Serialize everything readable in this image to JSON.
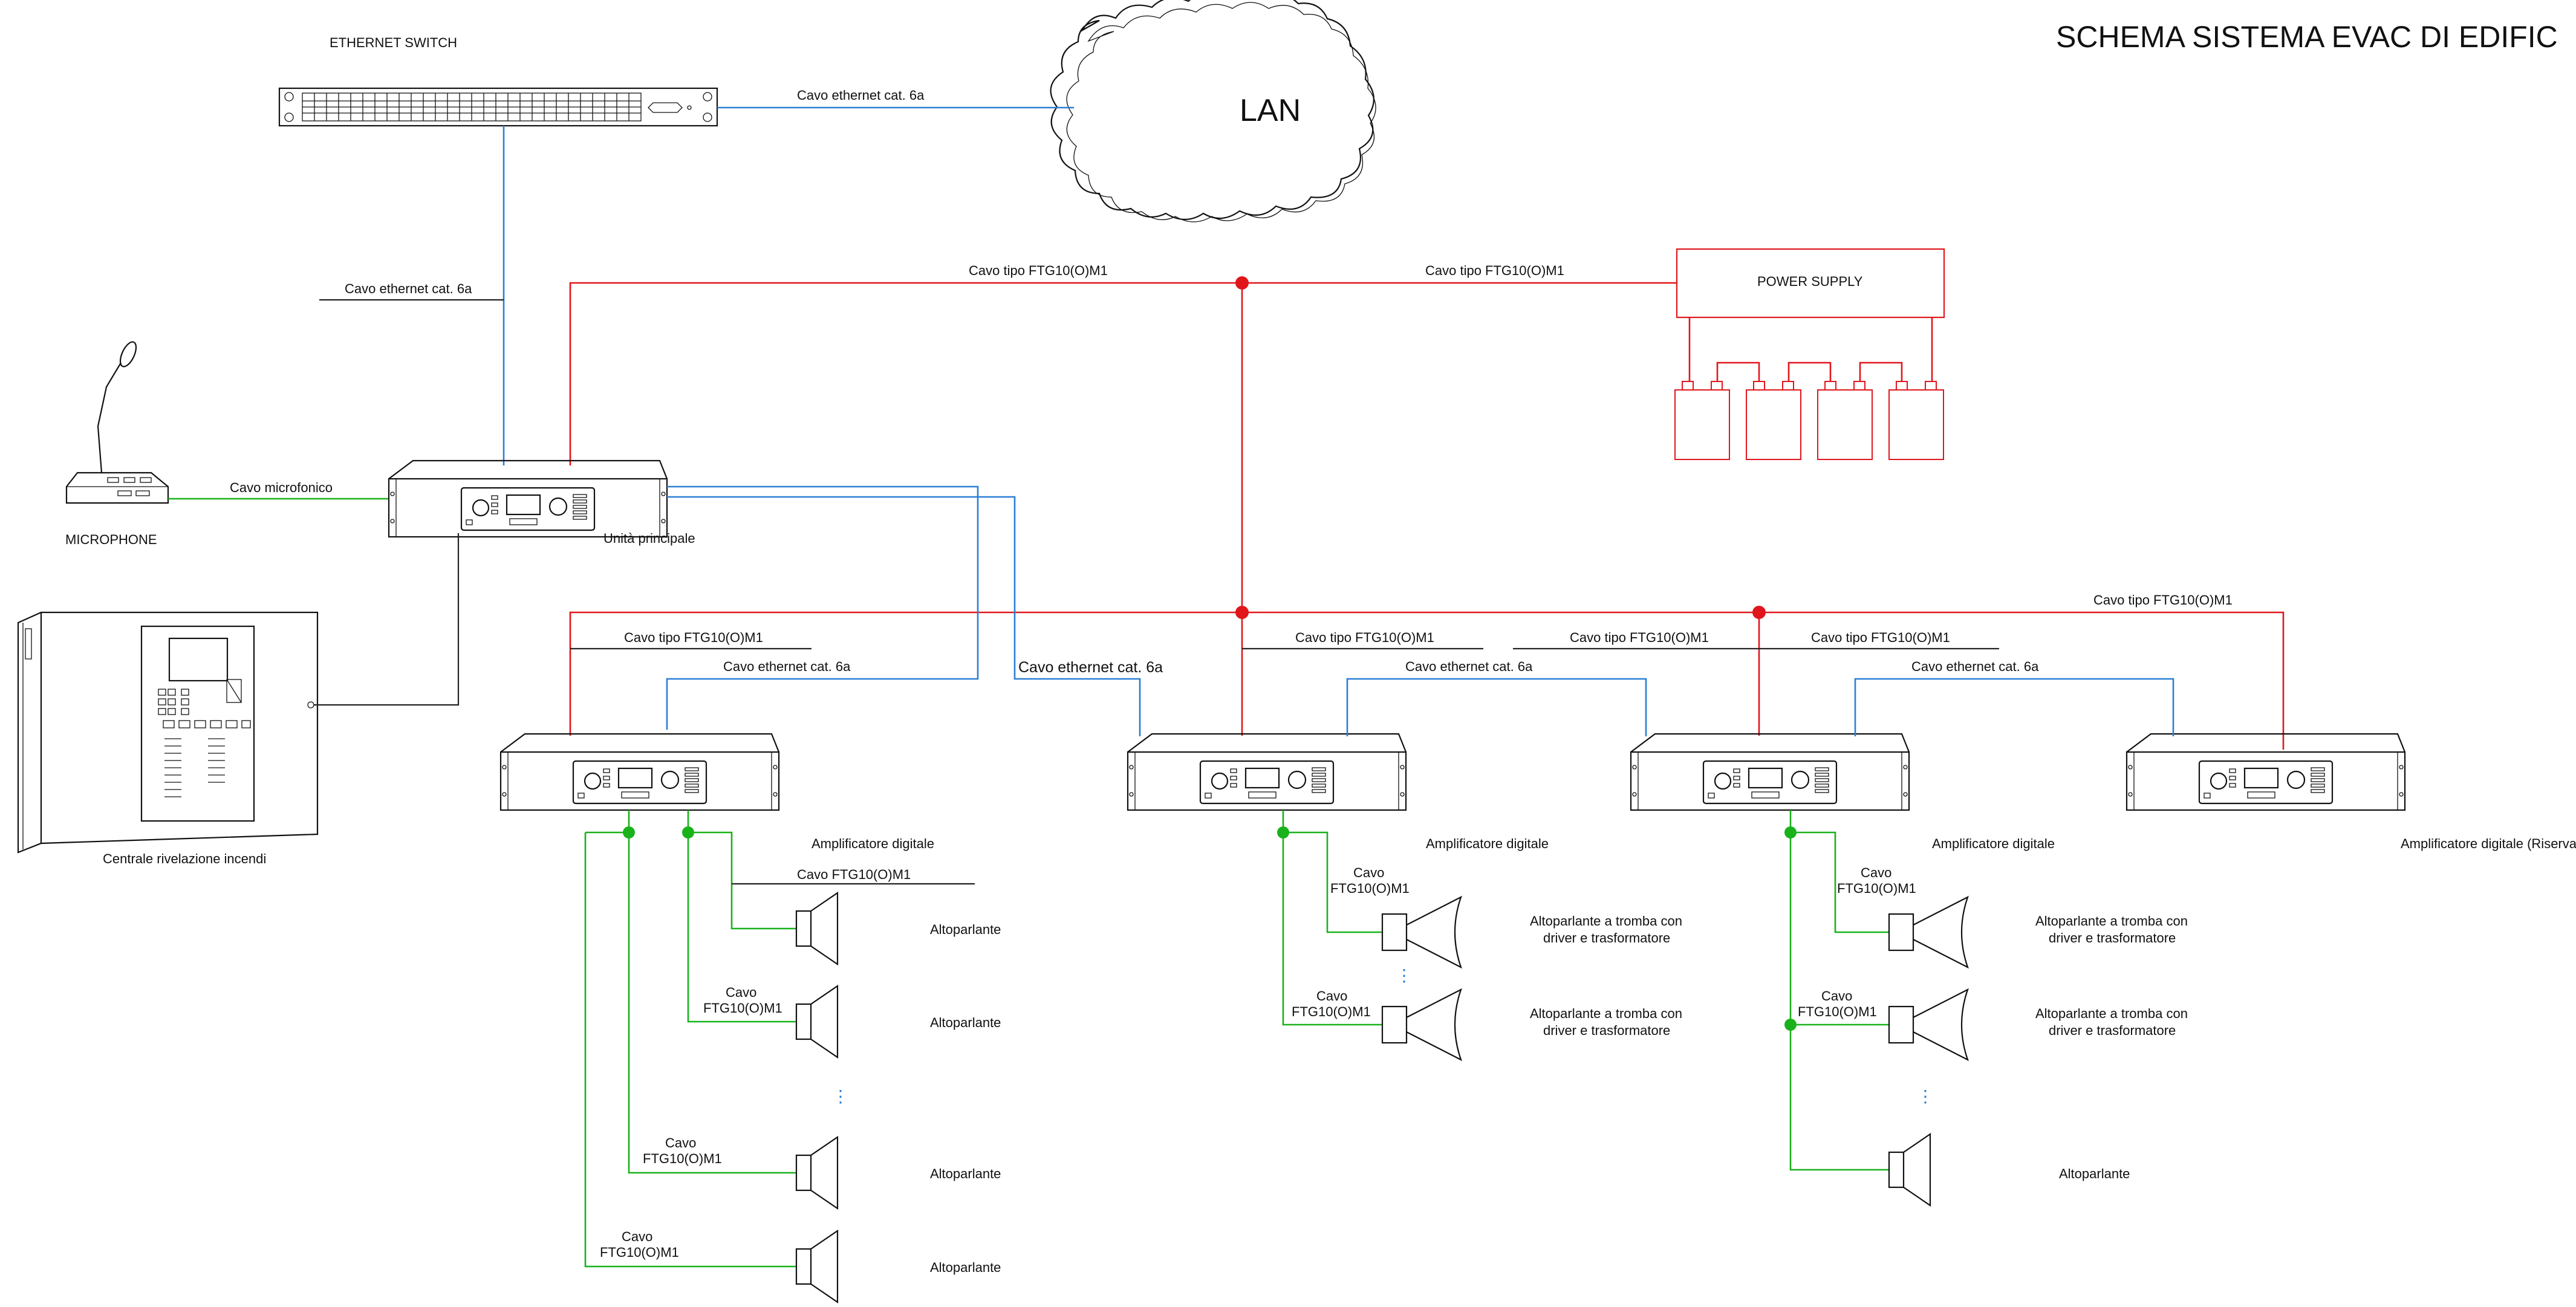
{
  "title": "SCHEMA SISTEMA EVAC DI EDIFIC",
  "lan_label": "LAN",
  "devices": {
    "ethernet_switch": "ETHERNET SWITCH",
    "power_supply": "POWER SUPPLY",
    "microphone": "MICROPHONE",
    "main_unit": "Unità principale",
    "fire_panel": "Centrale rivelazione incendi",
    "amp_1": "Amplificatore digitale",
    "amp_2": "Amplificatore digitale",
    "amp_3": "Amplificatore digitale",
    "amp_reserve": "Amplificatore digitale (Riserva)"
  },
  "cables": {
    "eth_switch_lan": "Cavo ethernet cat. 6a",
    "eth_switch_main": "Cavo ethernet cat. 6a",
    "ftg_top_left": "Cavo tipo FTG10(O)M1",
    "ftg_top_right": "Cavo tipo FTG10(O)M1",
    "mic": "Cavo microfonico",
    "ftg_amp1": "Cavo tipo FTG10(O)M1",
    "eth_amp1": "Cavo ethernet cat. 6a",
    "eth_amp2_big": "Cavo ethernet cat. 6a",
    "ftg_amp2": "Cavo tipo FTG10(O)M1",
    "ftg_amp3_left": "Cavo tipo FTG10(O)M1",
    "ftg_amp3_right": "Cavo tipo FTG10(O)M1",
    "eth_amp2_amp3": "Cavo ethernet cat. 6a",
    "eth_amp3_reserve": "Cavo ethernet cat. 6a",
    "ftg_reserve": "Cavo tipo FTG10(O)M1",
    "ftg_speakers_top": "Cavo FTG10(O)M1",
    "cavo": "Cavo",
    "ftg": "FTG10(O)M1"
  },
  "speakers": {
    "altoparlante": "Altoparlante",
    "horn_line1": "Altoparlante a tromba con",
    "horn_line2": "driver e trasformatore",
    "altoparlante_alt": "Altoparlante"
  },
  "ellipsis": "⋮",
  "colors": {
    "power_red": "#e0161b",
    "ethernet_blue": "#2a7fd4",
    "speaker_green": "#19b21b",
    "signal_black": "#222222"
  }
}
